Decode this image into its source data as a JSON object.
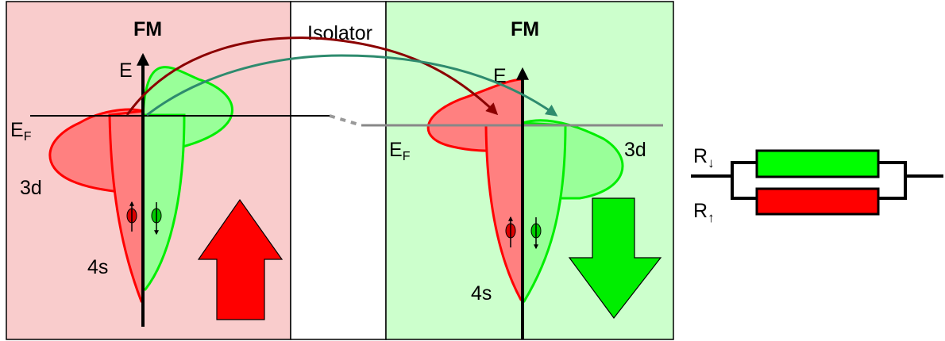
{
  "left_panel": {
    "title": "FM",
    "energy_axis_label": "E",
    "fermi_label": {
      "main": "E",
      "sub": "F"
    },
    "band_3d_label": "3d",
    "band_4s_label": "4s",
    "magnetization": "up",
    "color_bg": "#f9cccc",
    "color_majority": "#ff0000",
    "color_minority": "#00ee00"
  },
  "barrier": {
    "label": "Isolator",
    "color_bg": "#ffffff"
  },
  "right_panel": {
    "title": "FM",
    "energy_axis_label": "E",
    "fermi_label": {
      "main": "E",
      "sub": "F"
    },
    "band_3d_label": "3d",
    "band_4s_label": "4s",
    "magnetization": "down",
    "color_bg": "#ccffcc"
  },
  "tunneling_arrows": [
    {
      "spin": "up",
      "color": "#8b0000"
    },
    {
      "spin": "down",
      "color": "#2e8b6e"
    }
  ],
  "resistor_network": {
    "r_down": {
      "main": "R",
      "sub": "↓",
      "color": "#00ff00"
    },
    "r_up": {
      "main": "R",
      "sub": "↑",
      "color": "#ff0000"
    }
  }
}
